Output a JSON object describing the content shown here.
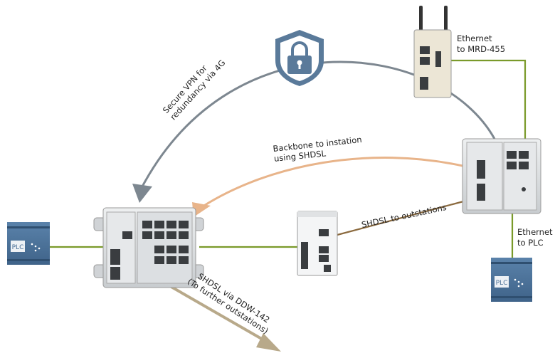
{
  "colors": {
    "ethernet": "#7a9a2a",
    "vpn": "#7d8790",
    "backbone": "#e8b48a",
    "shdsl_outstation": "#8b6a3e",
    "shdsl_further": "#b8a98a",
    "shield": "#5a7a9a",
    "plc": "#4a6f96"
  },
  "labels": {
    "vpn_line1": "Secure VPN for",
    "vpn_line2": "redundancy via 4G",
    "backbone_line1": "Backbone to instation",
    "backbone_line2": "using SHDSL",
    "shdsl_outstations": "SHDSL to outstations",
    "ethernet_mrd_line1": "Ethernet",
    "ethernet_mrd_line2": "to MRD-455",
    "ethernet_plc_line1": "Ethernet",
    "ethernet_plc_line2": "to PLC",
    "ddw_line1": "SHDSL via DDW-142",
    "ddw_line2": "(To further outstations)"
  },
  "devices": {
    "plc_left": {
      "label": "PLC"
    },
    "plc_right": {
      "label": "PLC"
    }
  },
  "icons": {
    "vpn": "shield-lock-icon"
  }
}
